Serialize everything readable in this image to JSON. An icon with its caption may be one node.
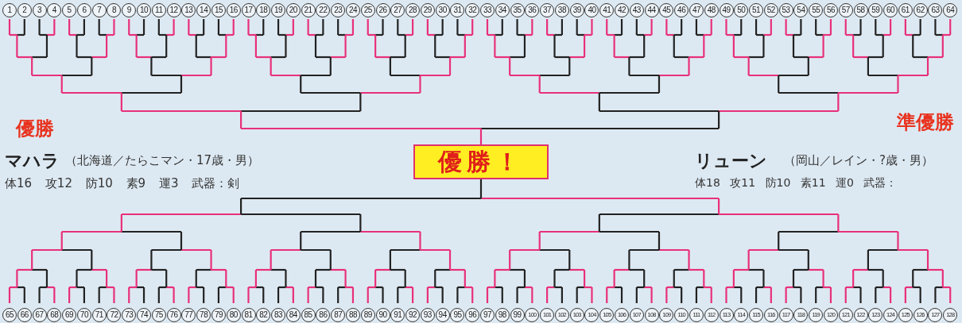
{
  "diagram": {
    "nodes": [
      {
        "text": [
          "優勝！"
        ]
      }
    ],
    "labels": [
      "1",
      "2",
      "3",
      "4",
      "5",
      "6",
      "7",
      "8",
      "9",
      "10",
      "11",
      "12",
      "13",
      "14",
      "15",
      "16",
      "17",
      "18",
      "19",
      "20",
      "21",
      "22",
      "23",
      "24",
      "25",
      "26",
      "27",
      "28",
      "29",
      "30",
      "31",
      "32",
      "33",
      "34",
      "35",
      "36",
      "37",
      "38",
      "39",
      "40",
      "41",
      "42",
      "43",
      "44",
      "45",
      "46",
      "47",
      "48",
      "49",
      "50",
      "51",
      "52",
      "53",
      "54",
      "55",
      "56",
      "57",
      "58",
      "59",
      "60",
      "61",
      "62",
      "63",
      "64",
      "優勝",
      "準優勝",
      "マハラ",
      "（北海道／たらこマン・17歳・男）",
      "リューン",
      "（岡山／レイン・?歳・男）",
      "体16 攻12 防10 素9 運3 武器：剣",
      "体18 攻11 防10 素11 運0 武器：",
      "65",
      "66",
      "67",
      "68",
      "69",
      "70",
      "71",
      "72",
      "73",
      "74",
      "75",
      "76",
      "77",
      "78",
      "79",
      "80",
      "81",
      "82",
      "83",
      "84",
      "85",
      "86",
      "87",
      "88",
      "89",
      "90",
      "91",
      "92",
      "93",
      "94",
      "95",
      "96",
      "97",
      "98",
      "99",
      "100",
      "101",
      "102",
      "103",
      "104",
      "105",
      "106",
      "107",
      "108",
      "109",
      "110",
      "111",
      "112",
      "113",
      "114",
      "115",
      "116",
      "117",
      "118",
      "119",
      "120",
      "121",
      "122",
      "123",
      "124",
      "125",
      "126",
      "127",
      "128"
    ]
  }
}
